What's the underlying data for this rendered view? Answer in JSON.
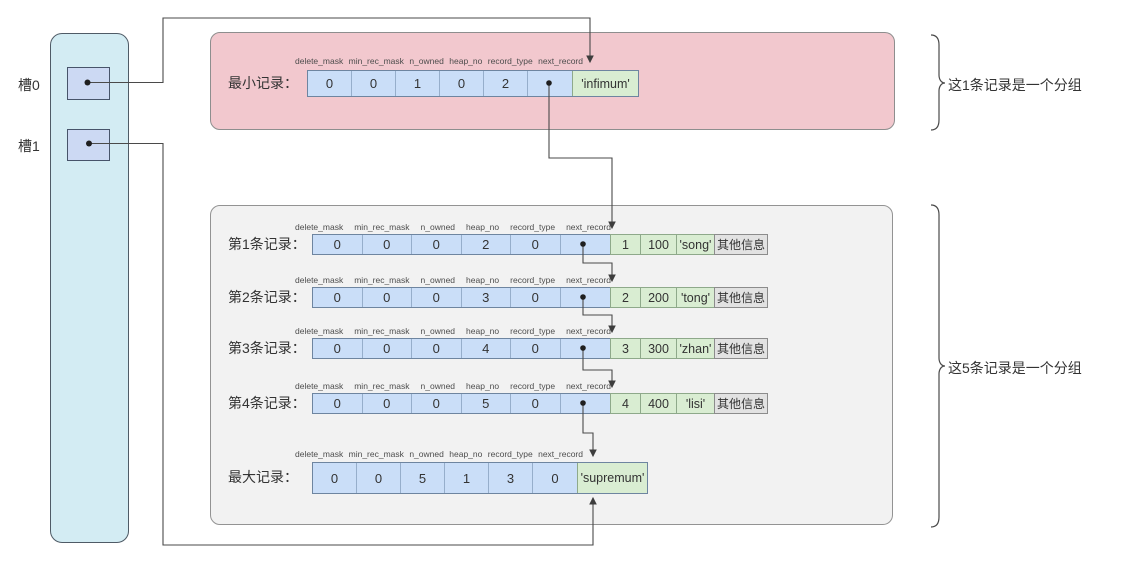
{
  "header_labels": [
    "delete_mask",
    "min_rec_mask",
    "n_owned",
    "heap_no",
    "record_type",
    "next_record"
  ],
  "left_panel": {
    "slots": [
      {
        "label": "槽0"
      },
      {
        "label": "槽1"
      }
    ]
  },
  "min_group": {
    "brace_label": "这1条记录是一个分组",
    "row": {
      "label": "最小记录：",
      "cells": [
        "0",
        "0",
        "1",
        "0",
        "2",
        ""
      ],
      "value": "'infimum'"
    }
  },
  "main_group": {
    "brace_label": "这5条记录是一个分组",
    "records": [
      {
        "label": "第1条记录：",
        "cells": [
          "0",
          "0",
          "0",
          "2",
          "0",
          ""
        ],
        "extras": [
          "1",
          "100",
          "'song'",
          "其他信息"
        ]
      },
      {
        "label": "第2条记录：",
        "cells": [
          "0",
          "0",
          "0",
          "3",
          "0",
          ""
        ],
        "extras": [
          "2",
          "200",
          "'tong'",
          "其他信息"
        ]
      },
      {
        "label": "第3条记录：",
        "cells": [
          "0",
          "0",
          "0",
          "4",
          "0",
          ""
        ],
        "extras": [
          "3",
          "300",
          "'zhan'",
          "其他信息"
        ]
      },
      {
        "label": "第4条记录：",
        "cells": [
          "0",
          "0",
          "0",
          "5",
          "0",
          ""
        ],
        "extras": [
          "4",
          "400",
          "'lisi'",
          "其他信息"
        ]
      }
    ],
    "max_row": {
      "label": "最大记录：",
      "cells": [
        "0",
        "0",
        "5",
        "1",
        "3",
        "0"
      ],
      "value": "'supremum'"
    }
  },
  "colors": {
    "page_fill": "#d3ecf3",
    "slot_fill": "#ccd9f3",
    "min_group_fill": "#f2c8ce",
    "main_group_fill": "#f2f2f2",
    "field_cell_fill": "#cadef8",
    "system_value_fill": "#d9edd2",
    "other_info_fill": "#e2e2e2"
  }
}
